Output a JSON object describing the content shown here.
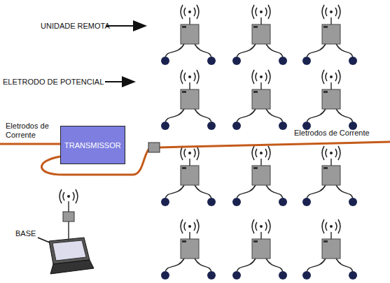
{
  "diagram": {
    "nodes": [
      {
        "text": [
          "TRANSMISSOR"
        ]
      }
    ],
    "labels": [
      "UNIDADE REMOTA",
      "ELETRODO DE POTENCIAL",
      "Eletrodos de Corrente",
      "Eletrodos de Corrente",
      "BASE"
    ]
  }
}
